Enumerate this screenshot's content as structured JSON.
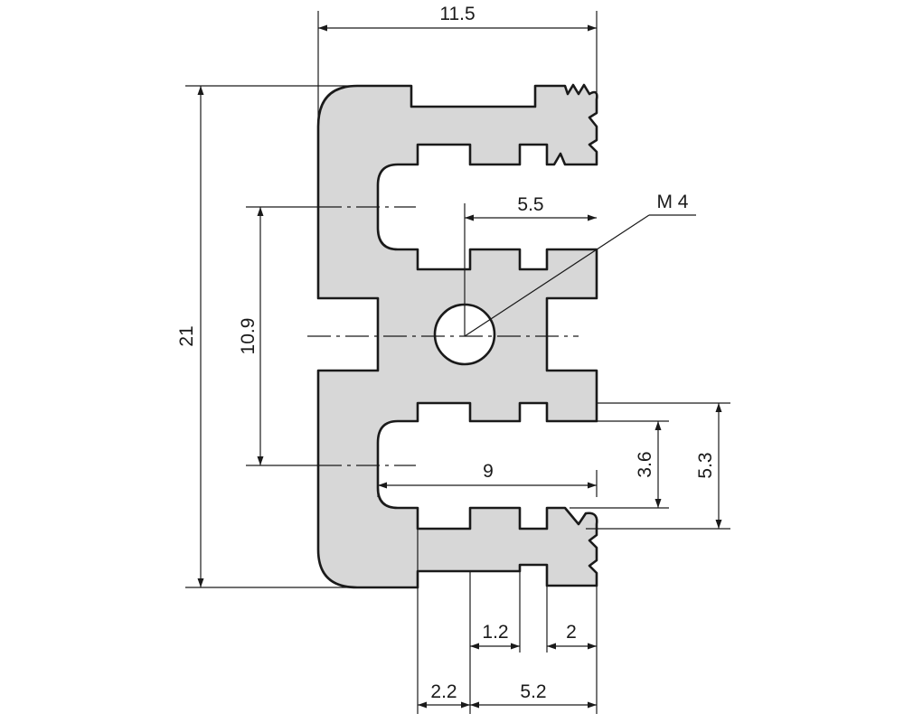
{
  "diagram": {
    "colors": {
      "profile_fill": "#d7d7d7",
      "line": "#1a1a1a",
      "background": "#ffffff"
    },
    "dimensions": {
      "overall_width": "11.5",
      "overall_height": "21",
      "slot_pitch": "10.9",
      "thread_offset": "5.5",
      "thread_label": "M 4",
      "slot_depth": "9",
      "slot_opening": "3.6",
      "tongue_height": "5.3",
      "tooth_width": "1.2",
      "tip_width": "2",
      "root_width": "2.2",
      "comb_width": "5.2"
    }
  }
}
